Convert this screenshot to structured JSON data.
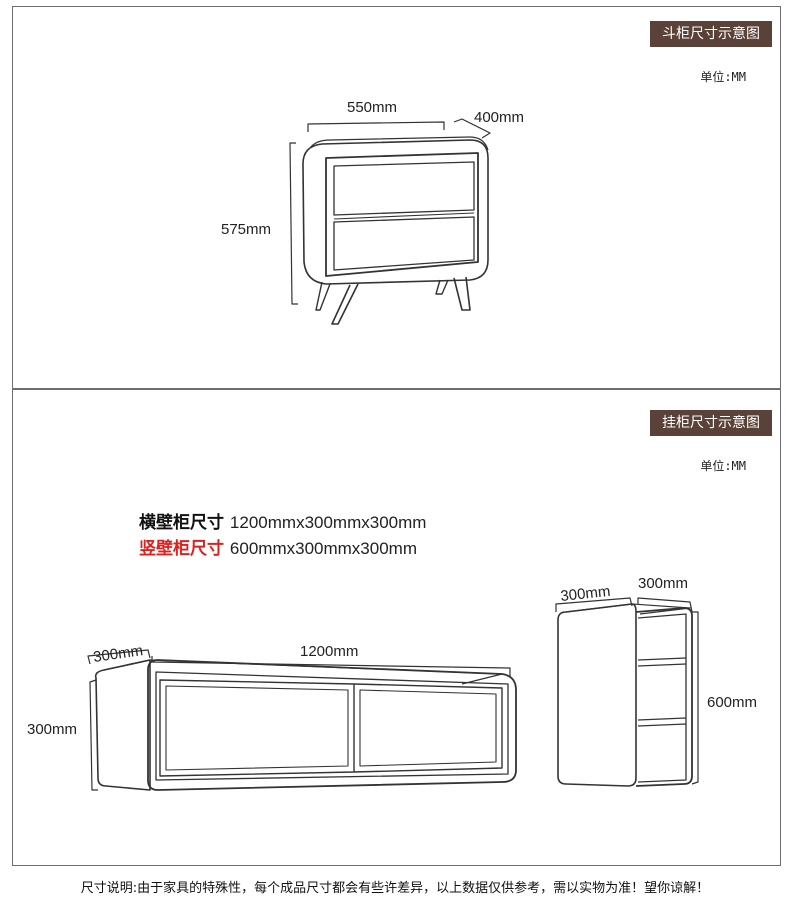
{
  "chest": {
    "tag": "斗柜尺寸示意图",
    "unit": "单位:MM",
    "width_label": "550mm",
    "depth_label": "400mm",
    "height_label": "575mm"
  },
  "wall": {
    "tag": "挂柜尺寸示意图",
    "unit": "单位:MM",
    "horizontal": {
      "label": "横壁柜尺寸",
      "value": "1200mmx300mmx300mm"
    },
    "vertical": {
      "label": "竖壁柜尺寸",
      "value": "600mmx300mmx300mm"
    },
    "h_depth_label": "300mm",
    "h_width_label": "1200mm",
    "h_height_label": "300mm",
    "v_width_label": "300mm",
    "v_depth_label": "300mm",
    "v_height_label": "600mm"
  },
  "footnote": "尺寸说明:由于家具的特殊性，每个成品尺寸都会有些许差异，以上数据仅供参考，需以实物为准！望你谅解！",
  "colors": {
    "tag_bg": "#5a4238",
    "accent_red": "#e0201e",
    "line": "#333333"
  }
}
